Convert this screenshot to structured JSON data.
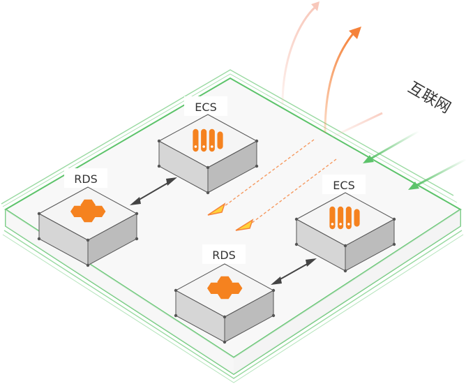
{
  "nodes": [
    {
      "id": "ecs-top",
      "label": "ECS",
      "icon": "server-icon"
    },
    {
      "id": "rds-left",
      "label": "RDS",
      "icon": "database-cluster-icon"
    },
    {
      "id": "ecs-right",
      "label": "ECS",
      "icon": "server-icon"
    },
    {
      "id": "rds-bottom",
      "label": "RDS",
      "icon": "database-cluster-icon"
    }
  ],
  "internet": {
    "label": "互联网"
  },
  "colors": {
    "platform_border": "#5cc36a",
    "platform_fill": "#f7f7f7",
    "box_top": "#f5f5f5",
    "box_left": "#d6d6d6",
    "box_right": "#bcbcbc",
    "icon": "#f5821f",
    "outbound_arrow": "#f5823a",
    "outbound_arrow_faint": "#f8c8bb",
    "inbound_arrow": "#5cc36a",
    "connector": "#444444"
  }
}
